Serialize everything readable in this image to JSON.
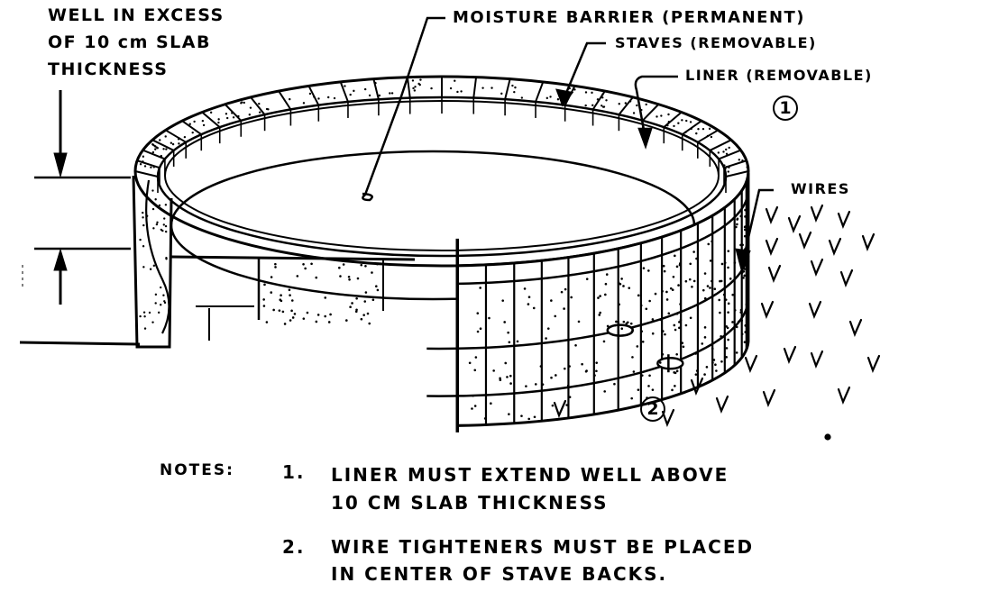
{
  "diagram": {
    "title_annotation": {
      "lines": [
        "WELL IN EXCESS",
        "OF 10 cm SLAB",
        "THICKNESS"
      ]
    },
    "callouts": {
      "moisture_barrier": "MOISTURE BARRIER (PERMANENT)",
      "staves": "STAVES (REMOVABLE)",
      "liner": "LINER (REMOVABLE)",
      "wires": "WIRES"
    },
    "markers": {
      "marker_1": "1",
      "marker_2": "2"
    },
    "notes": {
      "heading": "NOTES:",
      "items": [
        {
          "number": "1.",
          "lines": [
            "LINER MUST EXTEND WELL ABOVE",
            "10 CM SLAB THICKNESS"
          ]
        },
        {
          "number": "2.",
          "lines": [
            "WIRE TIGHTENERS MUST BE PLACED",
            "IN CENTER OF STAVE BACKS."
          ]
        }
      ]
    },
    "colors": {
      "ink": "#000000",
      "paper": "#ffffff"
    }
  }
}
